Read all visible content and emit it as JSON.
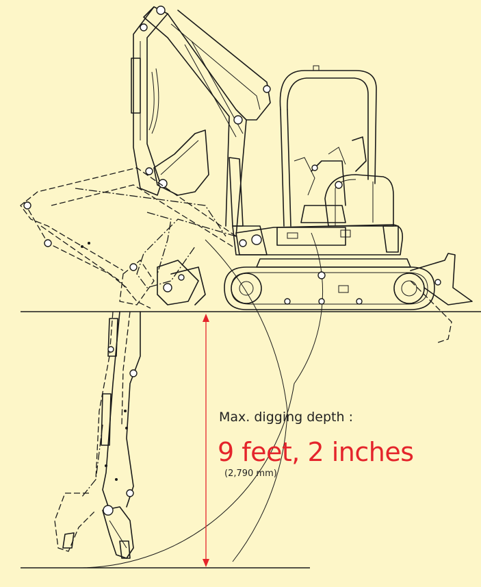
{
  "annotation": {
    "label": "Max. digging depth :",
    "value_imperial": "9 feet, 2 inches",
    "value_metric": "(2,790 mm)"
  },
  "colors": {
    "background": "#FDF6C8",
    "line": "#1a1a1a",
    "accent_red": "#E4242B"
  }
}
